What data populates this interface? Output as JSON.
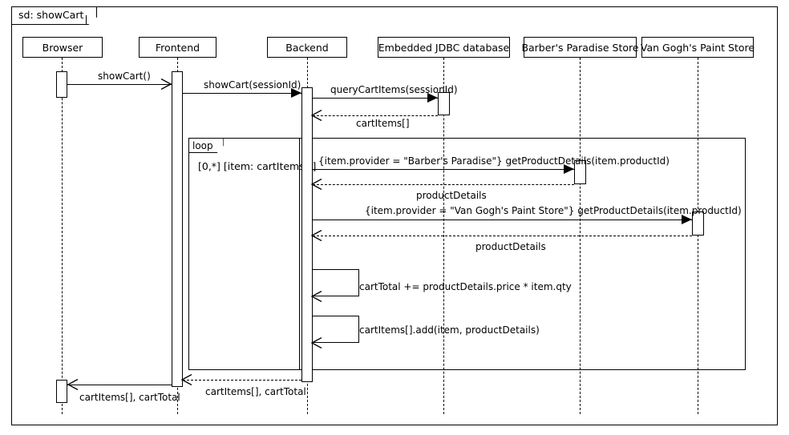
{
  "diagram": {
    "kind": "uml-sequence-diagram",
    "title": "sd: showCart"
  },
  "participants": [
    {
      "id": "browser",
      "label": "Browser"
    },
    {
      "id": "frontend",
      "label": "Frontend"
    },
    {
      "id": "backend",
      "label": "Backend"
    },
    {
      "id": "jdbc",
      "label": "Embedded JDBC database"
    },
    {
      "id": "barber",
      "label": "Barber's Paradise Store"
    },
    {
      "id": "vangogh",
      "label": "Van Gogh's Paint Store"
    }
  ],
  "fragments": [
    {
      "id": "loop-items",
      "operator": "loop",
      "guard": "[0,*] [item: cartItems[]]"
    }
  ],
  "messages": [
    {
      "id": "m1",
      "label": "showCart()",
      "from": "browser",
      "to": "frontend",
      "kind": "sync"
    },
    {
      "id": "m2",
      "label": "showCart(sessionId)",
      "from": "frontend",
      "to": "backend",
      "kind": "sync"
    },
    {
      "id": "m3",
      "label": "queryCartItems(sessionId)",
      "from": "backend",
      "to": "jdbc",
      "kind": "sync"
    },
    {
      "id": "m4",
      "label": "cartItems[]",
      "from": "jdbc",
      "to": "backend",
      "kind": "return"
    },
    {
      "id": "m5",
      "label": "{item.provider = \"Barber's Paradise\"} getProductDetails(item.productId)",
      "from": "backend",
      "to": "barber",
      "kind": "sync"
    },
    {
      "id": "m6",
      "label": "productDetails",
      "from": "barber",
      "to": "backend",
      "kind": "return"
    },
    {
      "id": "m7",
      "label": "{item.provider = \"Van Gogh's Paint Store\"} getProductDetails(item.productId)",
      "from": "backend",
      "to": "vangogh",
      "kind": "sync"
    },
    {
      "id": "m8",
      "label": "productDetails",
      "from": "vangogh",
      "to": "backend",
      "kind": "return"
    },
    {
      "id": "m9",
      "label": "cartTotal += productDetails.price * item.qty",
      "from": "backend",
      "to": "backend",
      "kind": "self"
    },
    {
      "id": "m10",
      "label": "cartItems[].add(item, productDetails)",
      "from": "backend",
      "to": "backend",
      "kind": "self"
    },
    {
      "id": "m11",
      "label": "cartItems[], cartTotal",
      "from": "backend",
      "to": "frontend",
      "kind": "return"
    },
    {
      "id": "m12",
      "label": "cartItems[], cartTotal",
      "from": "frontend",
      "to": "browser",
      "kind": "return"
    }
  ],
  "colors": {
    "stroke": "#000000",
    "background": "#ffffff"
  }
}
